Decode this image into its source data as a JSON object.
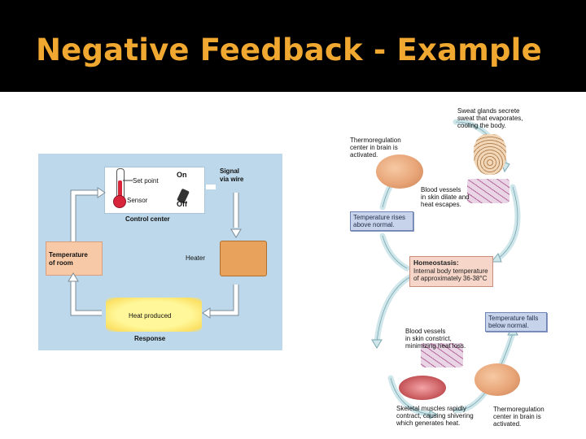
{
  "slide": {
    "title": "Negative Feedback - Example"
  },
  "left_diagram": {
    "set_point": "Set point",
    "sensor": "Sensor",
    "on": "On",
    "off": "Off",
    "signal": [
      "Signal",
      "via wire"
    ],
    "control_center": "Control center",
    "heater": "Heater",
    "room": [
      "Temperature",
      "of room"
    ],
    "heat_produced": "Heat produced",
    "response": "Response"
  },
  "right_diagram": {
    "sweat": [
      "Sweat glands secrete",
      "sweat that evaporates,",
      "cooling the body."
    ],
    "thermo_top": [
      "Thermoregulation",
      "center in brain is",
      "activated."
    ],
    "vessels_dilate": [
      "Blood vessels",
      "in skin dilate and",
      "heat escapes."
    ],
    "temp_rises": [
      "Temperature rises",
      "above normal."
    ],
    "homeostasis_title": "Homeostasis:",
    "homeostasis_body": [
      "Internal body temperature",
      "of approximately 36-38°C"
    ],
    "temp_falls": [
      "Temperature falls",
      "below normal."
    ],
    "vessels_constrict": [
      "Blood vessels",
      "in skin constrict,",
      "minimizing heat loss."
    ],
    "muscles": [
      "Skeletal muscles rapidly",
      "contract, causing shivering",
      "which generates heat."
    ],
    "thermo_bottom": [
      "Thermoregulation",
      "center in brain is",
      "activated."
    ]
  }
}
